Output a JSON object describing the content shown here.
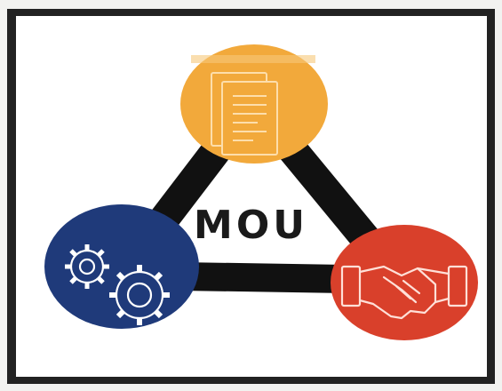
{
  "diagram": {
    "center_label": "MOU",
    "nodes": [
      {
        "id": "top",
        "caption": "",
        "icon": "document-icon",
        "color": "#f2a93b"
      },
      {
        "id": "left",
        "caption": "",
        "icon": "gears-icon",
        "color": "#1f3a7a"
      },
      {
        "id": "right",
        "caption": "",
        "icon": "handshake-icon",
        "color": "#d9402b"
      }
    ],
    "edges": [
      {
        "from": "top",
        "to": "left"
      },
      {
        "from": "top",
        "to": "right"
      },
      {
        "from": "left",
        "to": "right"
      }
    ],
    "colors": {
      "frame_border": "#222222",
      "background": "#ffffff",
      "connector": "#111111"
    }
  }
}
